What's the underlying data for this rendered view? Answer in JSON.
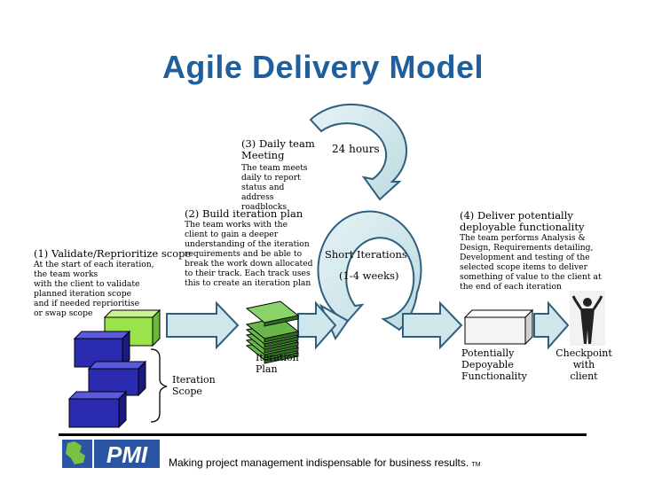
{
  "title": "Agile Delivery Model",
  "step1": {
    "heading": "(1) Validate/Reprioritize scope",
    "body": [
      "At the start of each iteration,",
      "the team works",
      "with the client to validate",
      "planned iteration scope",
      "and if needed reprioritise",
      "or swap scope"
    ]
  },
  "step2": {
    "heading": "(2) Build iteration plan",
    "body": [
      "The team works with the",
      "client to gain a deeper",
      "understanding of the iteration",
      "requirements and be able to",
      "break the work down allocated",
      "to their track. Each track uses",
      "this to create an iteration plan"
    ]
  },
  "step3": {
    "heading": [
      "(3) Daily team",
      "Meeting"
    ],
    "body": [
      "The team meets",
      "daily to report",
      "status and",
      "address",
      "roadblocks"
    ]
  },
  "step4": {
    "heading": [
      "(4) Deliver potentially",
      "deployable functionality"
    ],
    "body": [
      "The team performs Analysis &",
      "Design,  Requirements detailing,",
      "Development and testing of the",
      "selected scope items to deliver",
      "something of value to the client at",
      "the end of each iteration"
    ]
  },
  "cycle": {
    "daily": "24 hours",
    "iterations": "Short Iterations",
    "iterations_length": "(1-4 weeks)"
  },
  "labels": {
    "iteration_scope": [
      "Iteration",
      "Scope"
    ],
    "iteration_plan": [
      "Iteration",
      "Plan"
    ],
    "potentially": [
      "Potentially",
      "Depoyable",
      "Functionality"
    ],
    "checkpoint": [
      "Checkpoint",
      "with",
      "client"
    ]
  },
  "footer": {
    "logo_text": "PMI",
    "tagline": "Making project management indispensable for business results.",
    "tm": "TM"
  },
  "colors": {
    "title": "#1f5f9b",
    "arrow_fill": "#cfe6ea",
    "arrow_stroke": "#2f5f7e",
    "cube_blue": "#2b2bb0",
    "cube_green": "#9be34a",
    "plan_green": "#6ab64a",
    "logo_blue": "#2a55a5"
  }
}
